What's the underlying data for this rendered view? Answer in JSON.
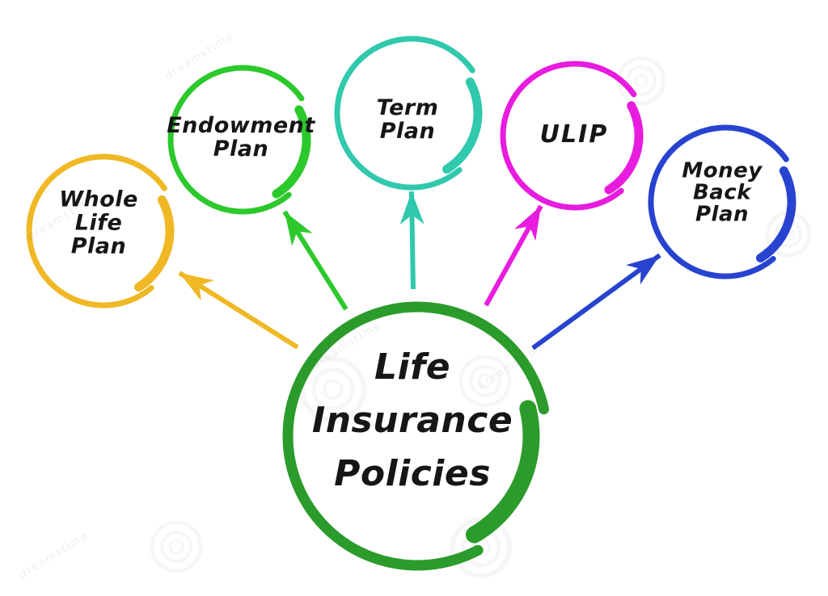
{
  "page": {
    "background": "#ffffff",
    "text_color": "#161616"
  },
  "diagram": {
    "center": {
      "id": "life-insurance-policies",
      "label": "Life\nInsurance\nPolicies",
      "color": "#2B9B2B"
    },
    "nodes": [
      {
        "id": "whole-life-plan",
        "label": "Whole\nLife\nPlan",
        "color": "#EFB824"
      },
      {
        "id": "endowment-plan",
        "label": "Endowment\nPlan",
        "color": "#2CC92C"
      },
      {
        "id": "term-plan",
        "label": "Term\nPlan",
        "color": "#30C9AD"
      },
      {
        "id": "ulip",
        "label": "ULIP",
        "color": "#E81CDE"
      },
      {
        "id": "money-back-plan",
        "label": "Money\nBack\nPlan",
        "color": "#2743D0"
      }
    ],
    "watermark": {
      "text": "dreamstime"
    }
  }
}
